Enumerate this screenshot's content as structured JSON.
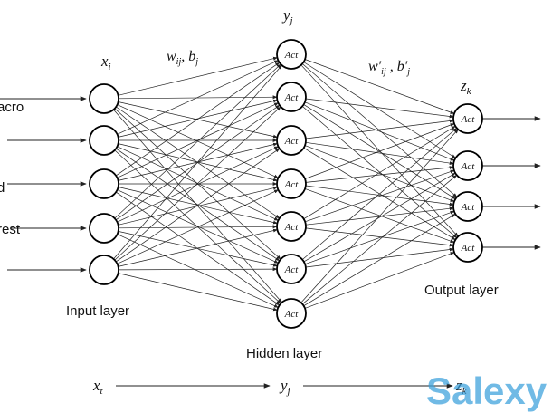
{
  "input_labels": [
    "acro",
    "",
    "d",
    "rest",
    ""
  ],
  "layers": {
    "input": {
      "var": "x",
      "sub": "i",
      "title": "Input layer",
      "count": 5
    },
    "hidden": {
      "var": "y",
      "sub": "j",
      "title": "Hidden layer",
      "node_label": "Act",
      "count": 7
    },
    "output": {
      "var": "z",
      "sub": "k",
      "title": "Output layer",
      "node_label": "Act",
      "count": 4
    }
  },
  "weights": {
    "first": {
      "w": "w",
      "w_sub": "ij",
      "b": "b",
      "b_sub": "j"
    },
    "second": {
      "w": "w′",
      "w_sub": "ij",
      "b": "b′",
      "b_sub": "j"
    }
  },
  "bottom_flow": [
    {
      "var": "x",
      "sub": "t"
    },
    {
      "var": "y",
      "sub": "j"
    },
    {
      "var": "z",
      "sub": "k"
    }
  ],
  "watermark": "Salexy",
  "colors": {
    "line": "#222222",
    "watermark": "#3aa0dc"
  }
}
